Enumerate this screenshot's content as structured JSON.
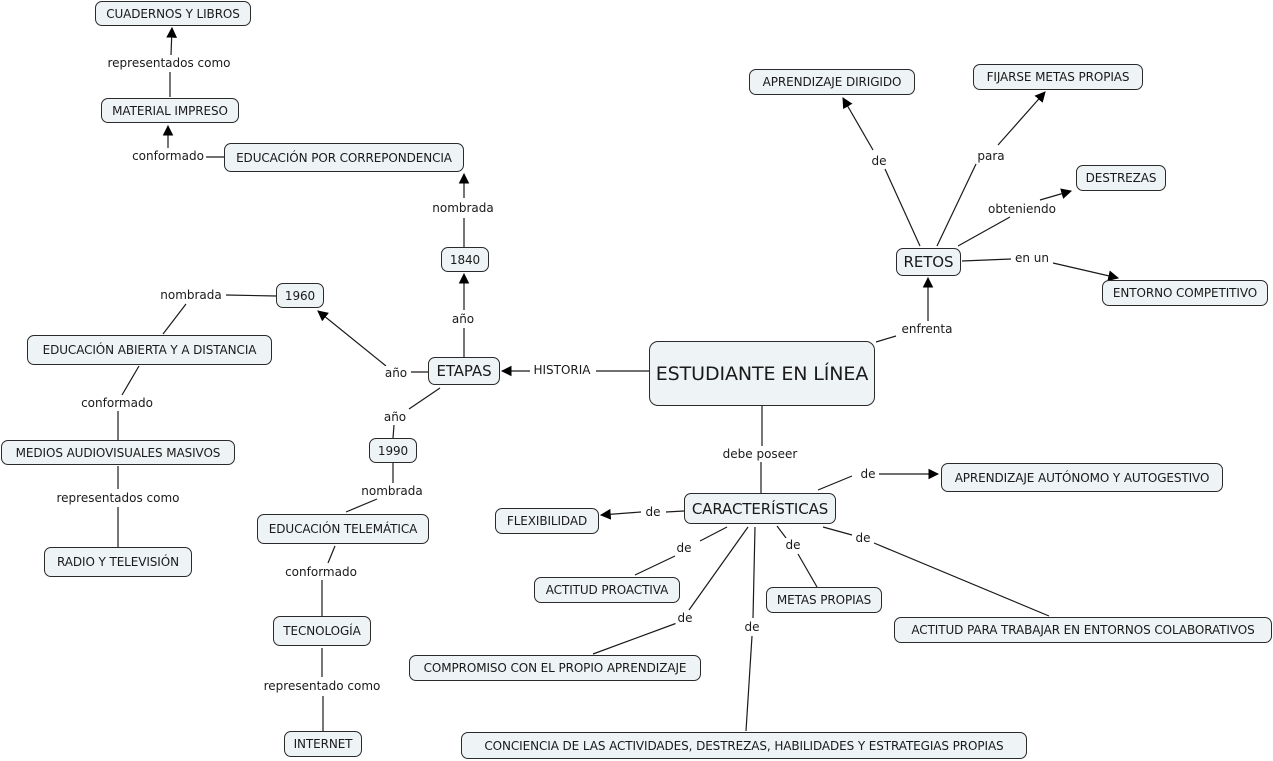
{
  "title": "ESTUDIANTE EN LÍNEA",
  "nodes": {
    "estudiante": "ESTUDIANTE EN LÍNEA",
    "etapas": "ETAPAS",
    "n1840": "1840",
    "n1960": "1960",
    "n1990": "1990",
    "correspondencia": "EDUCACIÓN POR CORREPONDENCIA",
    "material": "MATERIAL IMPRESO",
    "cuadernos": "CUADERNOS Y LIBROS",
    "abierta": "EDUCACIÓN ABIERTA Y A DISTANCIA",
    "medios": "MEDIOS AUDIOVISUALES MASIVOS",
    "radio": "RADIO Y TELEVISIÓN",
    "telematica": "EDUCACIÓN TELEMÁTICA",
    "tecnologia": "TECNOLOGÍA",
    "internet": "INTERNET",
    "retos": "RETOS",
    "dirigido": "APRENDIZAJE DIRIGIDO",
    "fijarse": "FIJARSE METAS PROPIAS",
    "destrezas": "DESTREZAS",
    "entorno": "ENTORNO COMPETITIVO",
    "caracteristicas": "CARACTERÍSTICAS",
    "flexibilidad": "FLEXIBILIDAD",
    "autonomo": "APRENDIZAJE AUTÓNOMO Y AUTOGESTIVO",
    "proactiva": "ACTITUD PROACTIVA",
    "metas": "METAS PROPIAS",
    "colaborativos": "ACTITUD PARA TRABAJAR EN ENTORNOS COLABORATIVOS",
    "compromiso": "COMPROMISO CON EL PROPIO APRENDIZAJE",
    "conciencia": "CONCIENCIA DE LAS ACTIVIDADES, DESTREZAS, HABILIDADES Y ESTRATEGIAS PROPIAS"
  },
  "links": {
    "historia": "HISTORIA",
    "enfrenta": "enfrenta",
    "debe_poseer": "debe poseer",
    "ano_1840": "año",
    "ano_1960": "año",
    "ano_1990": "año",
    "nombrada_1840": "nombrada",
    "nombrada_1960": "nombrada",
    "nombrada_1990": "nombrada",
    "conformado_corr": "conformado",
    "representados_material": "representados como",
    "conformado_abierta": "conformado",
    "representados_medios": "representados como",
    "conformado_tele": "conformado",
    "representado_tec": "representado como",
    "de_dirigido": "de",
    "para_fijarse": "para",
    "obteniendo": "obteniendo",
    "en_un": "en un",
    "de_flex": "de",
    "de_autonomo": "de",
    "de_proactiva": "de",
    "de_metas": "de",
    "de_colab": "de",
    "de_compromiso": "de",
    "de_conciencia": "de"
  }
}
